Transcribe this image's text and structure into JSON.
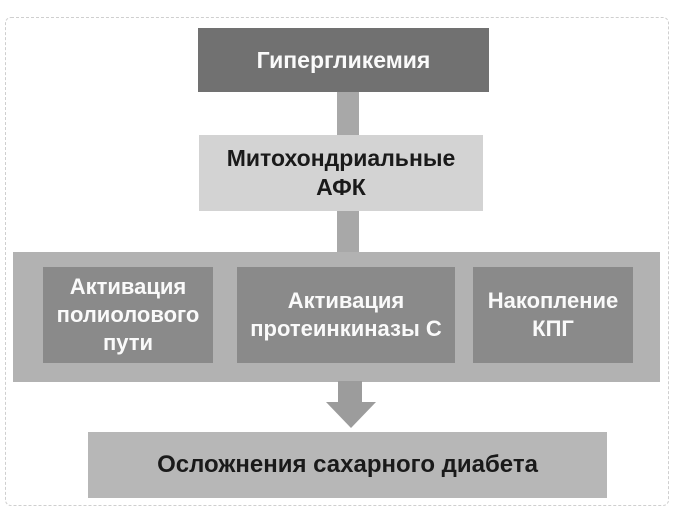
{
  "diagram": {
    "top_box": {
      "label": "Гипергликемия"
    },
    "ros_box": {
      "lines": [
        "Митохондриальные",
        "АФК"
      ]
    },
    "middle_boxes": [
      {
        "lines": [
          "Активация",
          "полиолового",
          "пути"
        ]
      },
      {
        "lines": [
          "Активация",
          "протеинкиназы С"
        ]
      },
      {
        "lines": [
          "Накопление",
          "КПГ"
        ]
      }
    ],
    "bottom_box": {
      "label": "Осложнения сахарного диабета"
    },
    "colors": {
      "dark_box": "#717171",
      "light_box": "#d3d3d3",
      "group_box": "#b2b2b2",
      "inner_box": "#8a8a8a",
      "bottom_box": "#b7b7b7",
      "connector": "#a8a8a8",
      "arrow": "#9c9c9c",
      "light_text": "#fafafa",
      "dark_text": "#1a1a1a",
      "frame_border": "#cfcfcf",
      "background": "#ffffff"
    }
  }
}
